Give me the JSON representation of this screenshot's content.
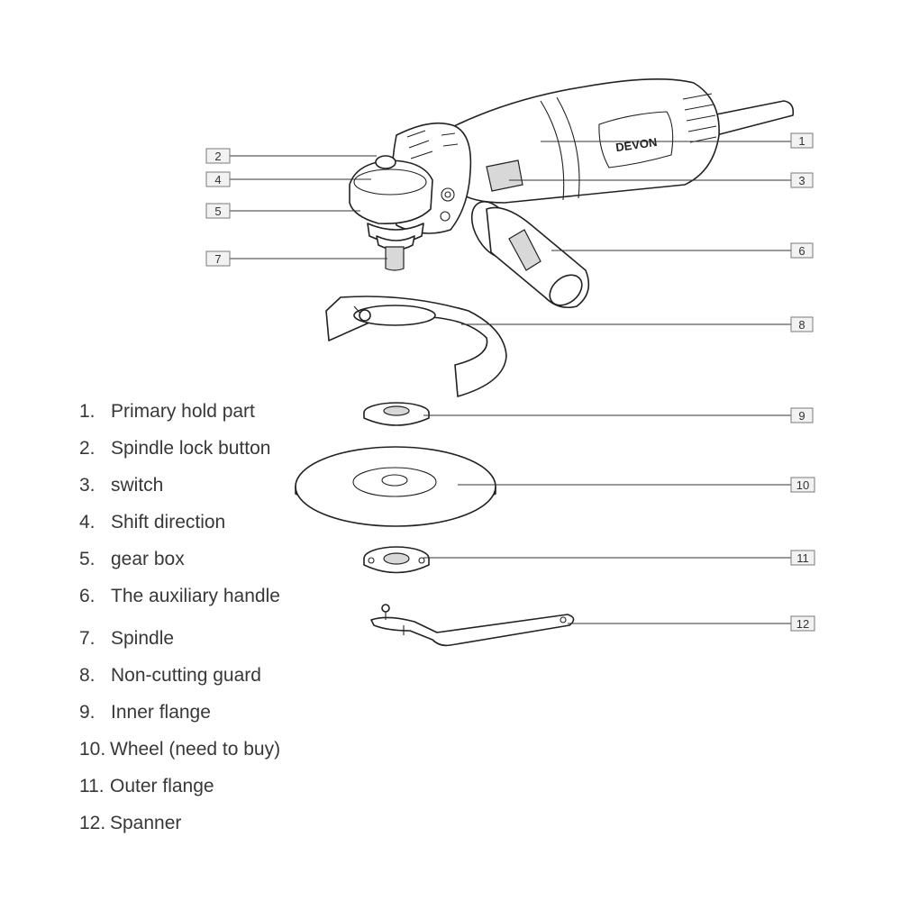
{
  "brand_label": "DEVON",
  "callouts": [
    "1",
    "2",
    "3",
    "4",
    "5",
    "6",
    "7",
    "8",
    "9",
    "10",
    "11",
    "12"
  ],
  "legend": [
    {
      "num": "1.",
      "text": "Primary hold part"
    },
    {
      "num": "2.",
      "text": "Spindle lock button"
    },
    {
      "num": "3.",
      "text": "switch"
    },
    {
      "num": "4.",
      "text": "Shift direction"
    },
    {
      "num": "5.",
      "text": "gear box"
    },
    {
      "num": "6.",
      "text": "The auxiliary handle"
    },
    {
      "num": "7.",
      "text": "Spindle"
    },
    {
      "num": "8.",
      "text": "Non-cutting guard"
    },
    {
      "num": "9.",
      "text": "Inner flange"
    },
    {
      "num": "10.",
      "text": "Wheel (need to buy)"
    },
    {
      "num": "11.",
      "text": "Outer flange"
    },
    {
      "num": "12.",
      "text": "Spanner"
    }
  ]
}
